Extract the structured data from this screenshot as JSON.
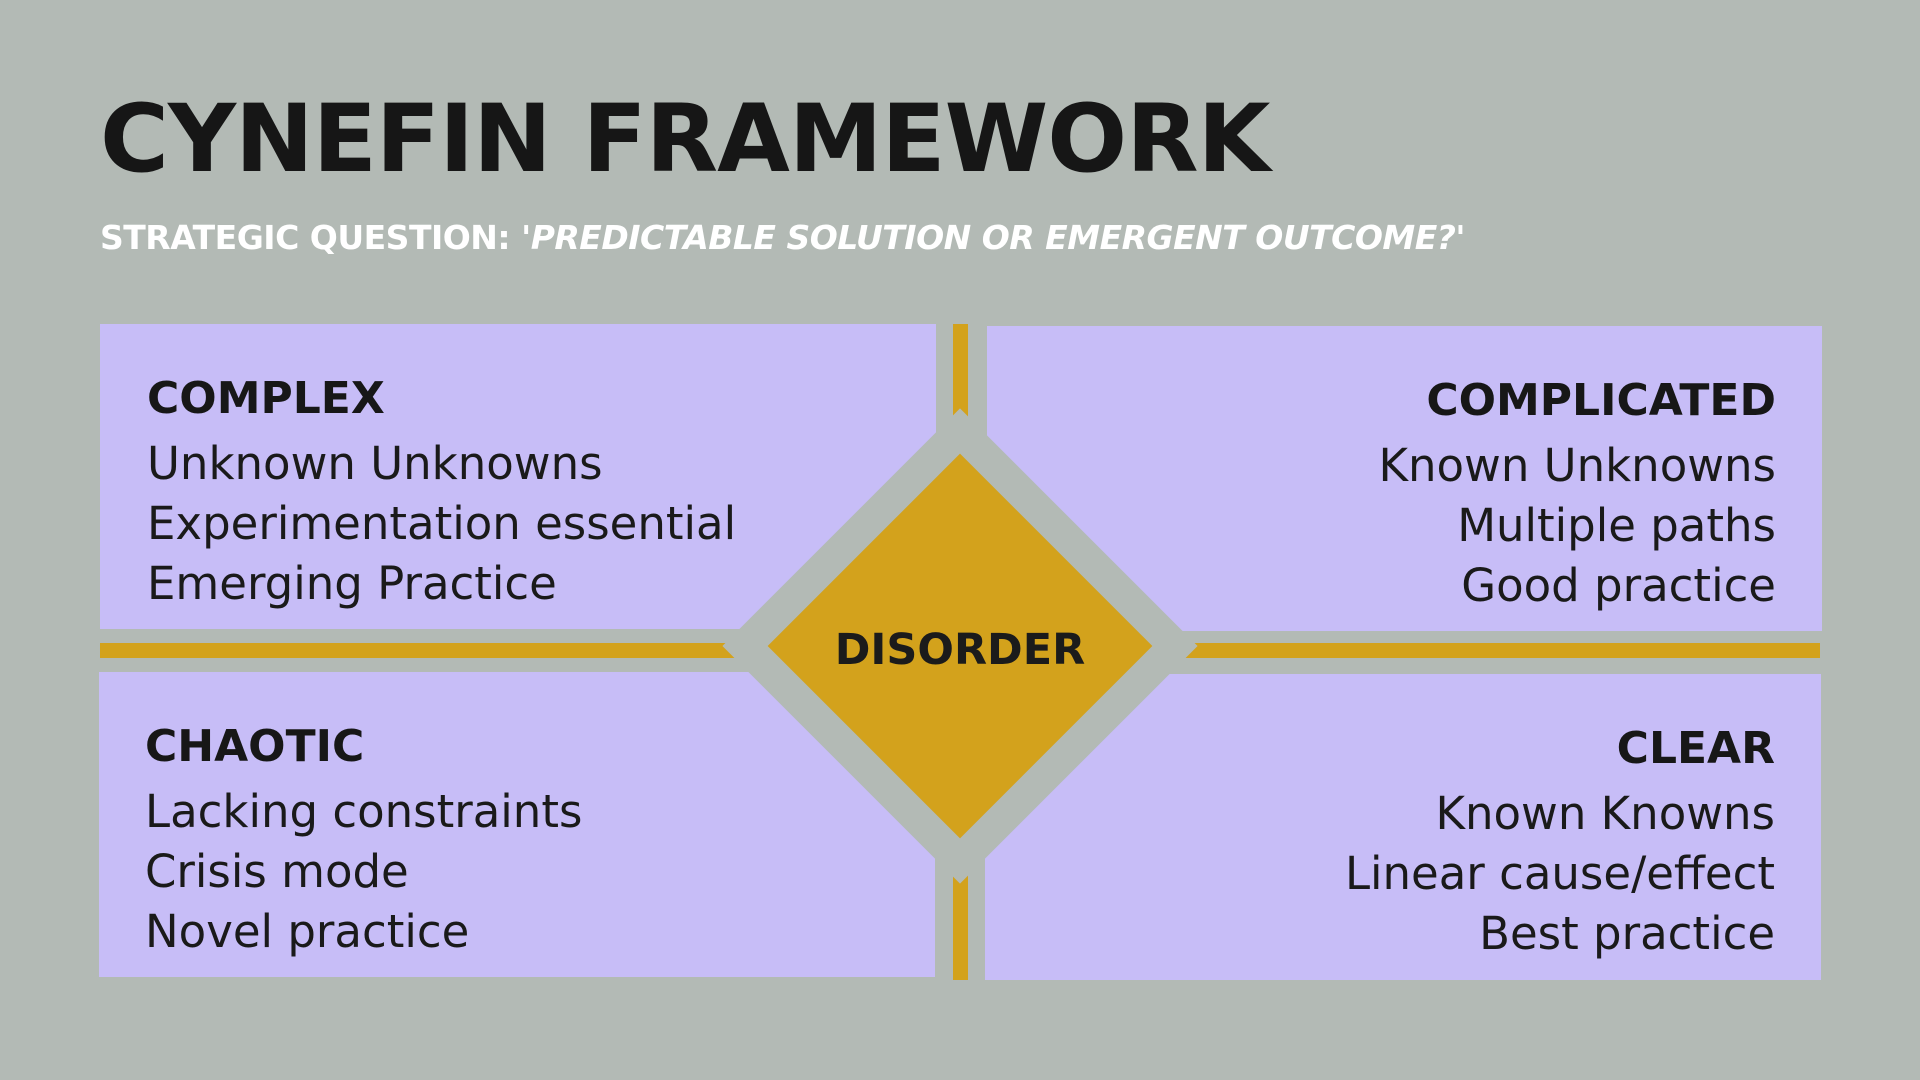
{
  "title": "CYNEFIN FRAMEWORK",
  "subtitle": {
    "prefix": "STRATEGIC QUESTION: ",
    "question": "'PREDICTABLE SOLUTION OR EMERGENT OUTCOME?'"
  },
  "center": {
    "label": "DISORDER"
  },
  "quadrants": {
    "complex": {
      "title": "COMPLEX",
      "lines": [
        "Unknown Unknowns",
        "Experimentation essential",
        "Emerging Practice"
      ]
    },
    "complicated": {
      "title": "COMPLICATED",
      "lines": [
        "Known Unknowns",
        "Multiple paths",
        "Good practice"
      ]
    },
    "chaotic": {
      "title": "CHAOTIC",
      "lines": [
        "Lacking constraints",
        "Crisis mode",
        "Novel practice"
      ]
    },
    "clear": {
      "title": "CLEAR",
      "lines": [
        "Known Knowns",
        "Linear cause/effect",
        "Best practice"
      ]
    }
  },
  "colors": {
    "background": "#b3bab5",
    "quadrant": "#c7bdf7",
    "accent": "#d3a21c",
    "text_dark": "#161616",
    "text_light": "#ffffff"
  }
}
